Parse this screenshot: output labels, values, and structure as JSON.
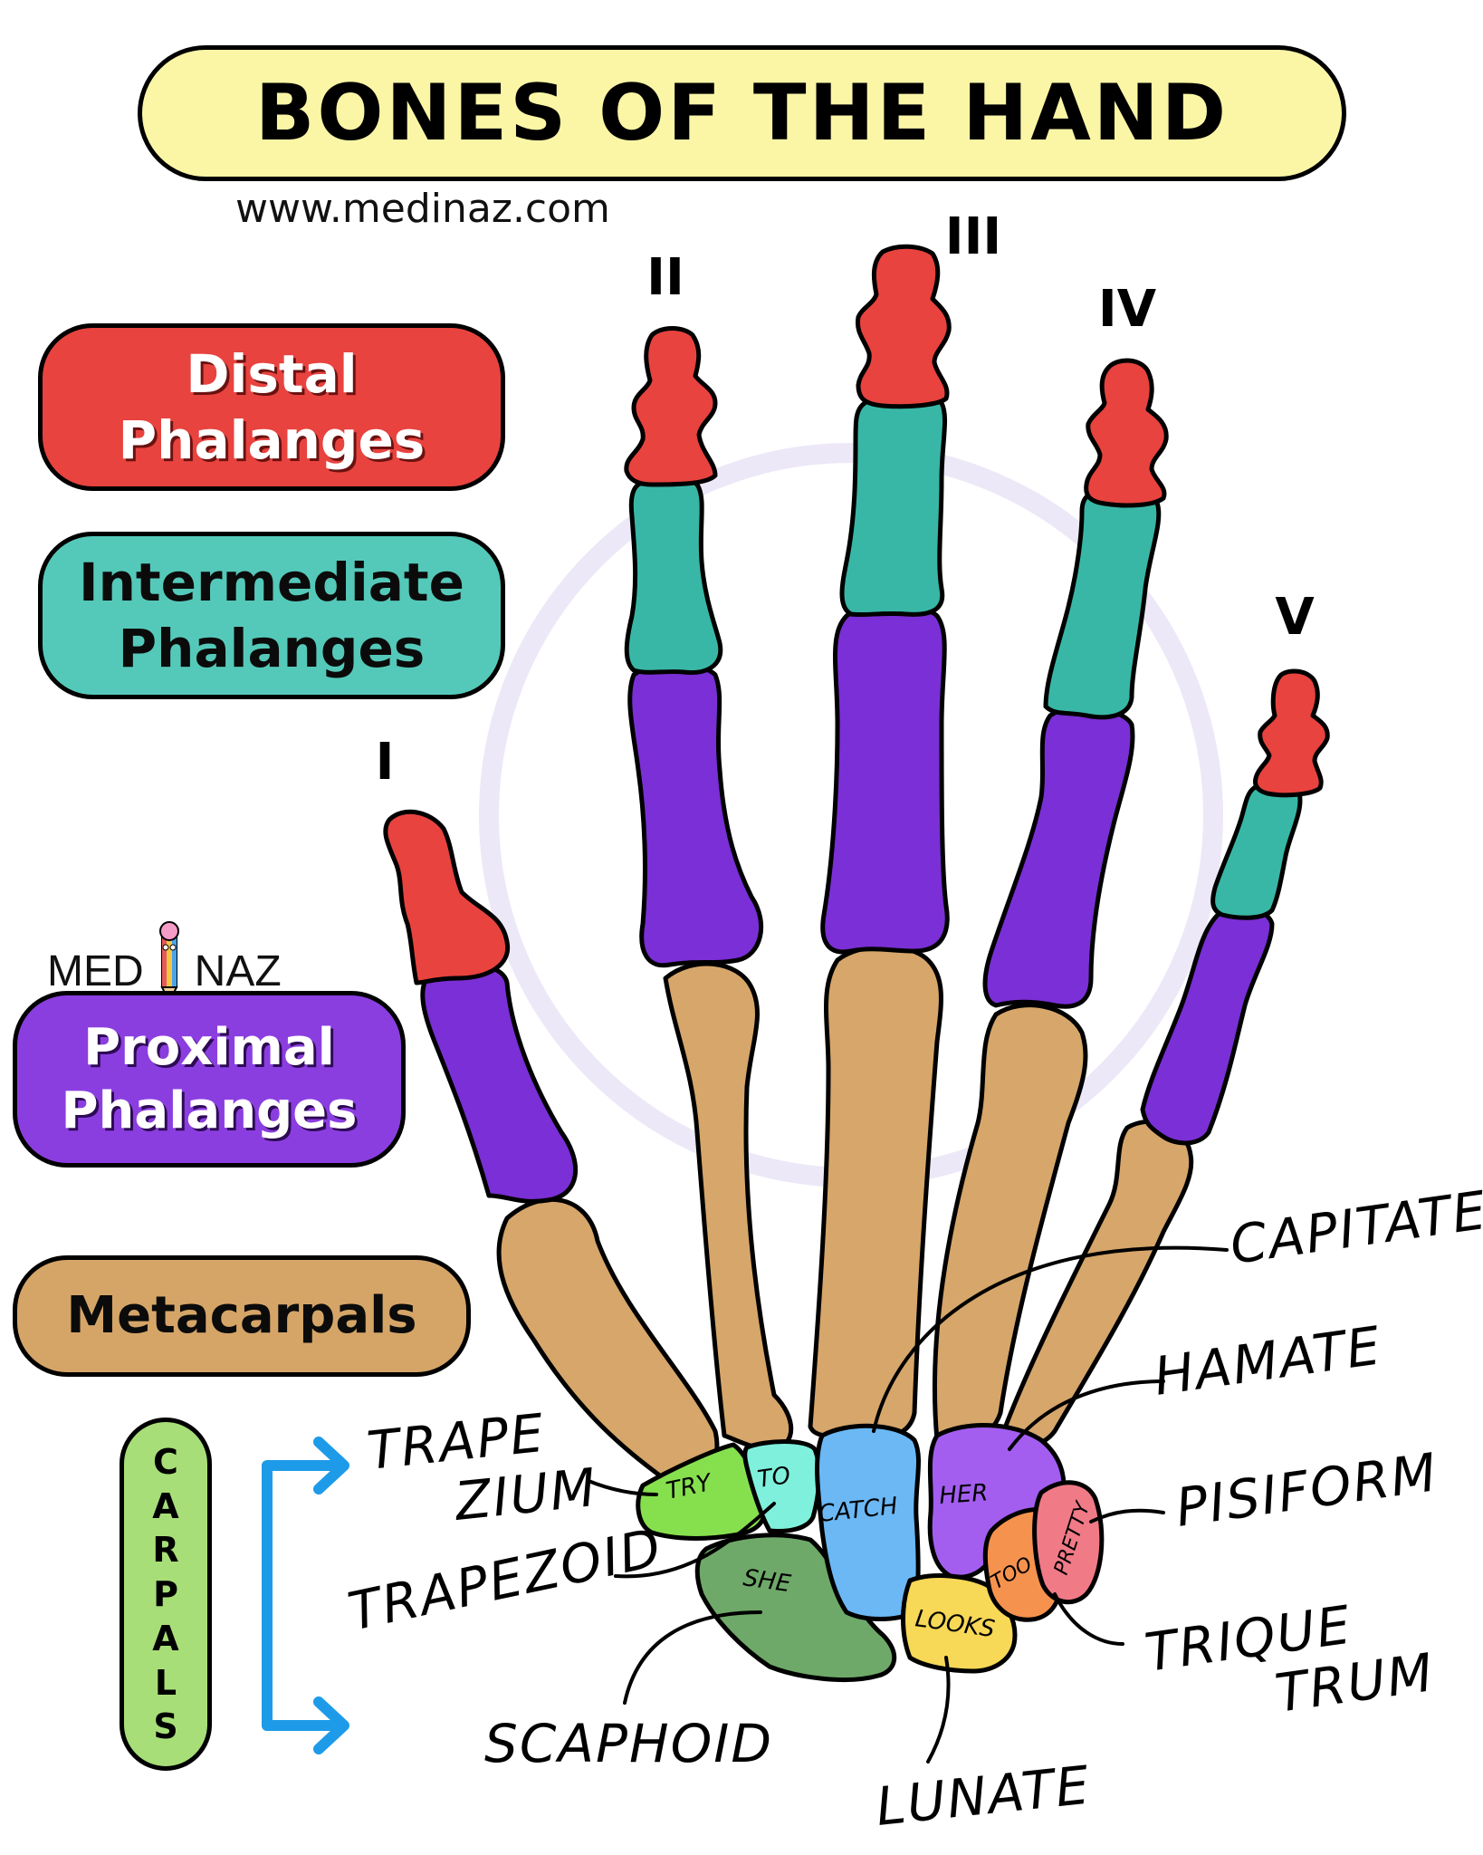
{
  "title": "BONES OF THE HAND",
  "website": "www.medinaz.com",
  "logo": {
    "left": "MED",
    "right": "NAZ"
  },
  "legend": {
    "distal": {
      "line1": "Distal",
      "line2": "Phalanges",
      "color": "#e8433f"
    },
    "intermediate": {
      "line1": "Intermediate",
      "line2": "Phalanges",
      "color": "#55c9b9"
    },
    "proximal": {
      "line1": "Proximal",
      "line2": "Phalanges",
      "color": "#8b3ee0"
    },
    "metacarpals": {
      "label": "Metacarpals",
      "color": "#d5a568"
    }
  },
  "carpals_group": {
    "letters": [
      "C",
      "A",
      "R",
      "P",
      "A",
      "L",
      "S"
    ],
    "color": "#a8de78",
    "arrow_color": "#1e9be8"
  },
  "finger_numerals": [
    "I",
    "II",
    "III",
    "IV",
    "V"
  ],
  "carpal_labels": {
    "trapezium_line1": "TRAPE",
    "trapezium_line2": "ZIUM",
    "trapezoid": "TRAPEZOID",
    "scaphoid": "SCAPHOID",
    "lunate": "LUNATE",
    "capitate": "CAPITATE",
    "hamate": "HAMATE",
    "pisiform": "PISIFORM",
    "triquetrum_line1": "TRIQUE",
    "triquetrum_line2": "TRUM"
  },
  "mnemonic": {
    "trapezium": "TRY",
    "trapezoid": "TO",
    "capitate": "CATCH",
    "hamate": "HER",
    "pisiform": "PRETTY",
    "triquetrum": "TOO",
    "lunate": "LOOKS",
    "scaphoid": "SHE"
  },
  "bone_colors": {
    "distal": "#e8433f",
    "intermediate": "#39b7a6",
    "proximal": "#7b2fd6",
    "metacarpal": "#d6a66a",
    "trapezium": "#86e04e",
    "trapezoid": "#7ff0dc",
    "capitate": "#6bb8f5",
    "hamate": "#a35ef0",
    "pisiform": "#f07a86",
    "triquetrum": "#f5924e",
    "lunate": "#f7d857",
    "scaphoid": "#6fa969"
  }
}
